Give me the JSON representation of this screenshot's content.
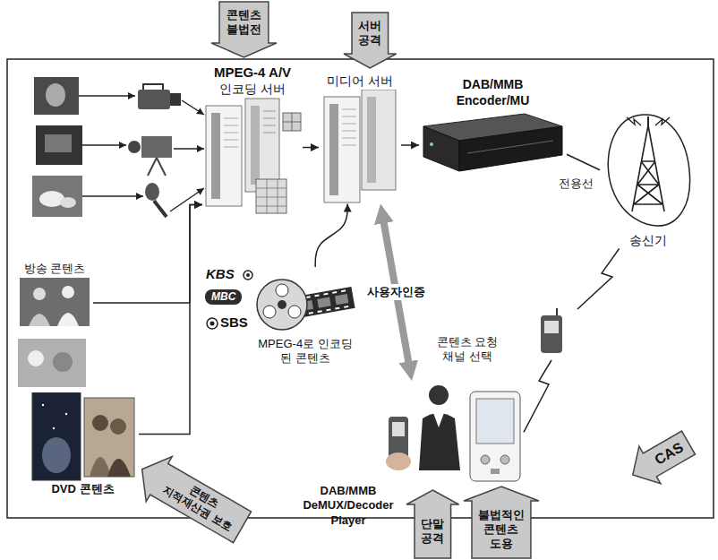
{
  "diagram": {
    "nodes": [
      {
        "text": [
          "MPEG-4 A/V",
          "인코딩 서버"
        ]
      },
      {
        "text": [
          "미디어 서버"
        ]
      },
      {
        "text": [
          "DAB/MMB Encoder/MU"
        ]
      },
      {
        "text": [
          "송신기"
        ]
      },
      {
        "text": [
          "DAB/MMB DeMUX/Decoder Player"
        ]
      },
      {
        "text": [
          "방송 콘텐츠"
        ]
      },
      {
        "text": [
          "MPEG-4로 인코딩된 콘텐츠"
        ]
      },
      {
        "text": [
          "DVD 콘텐츠"
        ]
      },
      {
        "text": [
          "콘텐츠 불법전"
        ]
      },
      {
        "text": [
          "서버공격"
        ]
      },
      {
        "text": [
          "단말공격"
        ]
      },
      {
        "text": [
          "불법적인 콘텐츠 도용"
        ]
      },
      {
        "text": [
          "CAS"
        ]
      },
      {
        "text": [
          "콘텐츠 지적재산권 보호"
        ]
      }
    ],
    "edges": [
      {
        "from": 5,
        "to": 0,
        "arrow": "to"
      },
      {
        "from": 7,
        "to": 0,
        "arrow": "to"
      },
      {
        "from": 0,
        "to": 1,
        "arrow": "to"
      },
      {
        "from": 6,
        "to": 1,
        "arrow": "to"
      },
      {
        "from": 1,
        "to": 2,
        "arrow": "to"
      },
      {
        "from": 2,
        "to": 3,
        "label": "전용선",
        "arrow": "none"
      },
      {
        "from": 3,
        "to": 4,
        "arrow": "none"
      },
      {
        "from": 1,
        "to": 4,
        "label": "사용자인증",
        "arrow": "both"
      }
    ],
    "labels": [
      "KBS",
      "MBC",
      "SBS",
      "콘텐츠 요청 채널 선택"
    ]
  }
}
